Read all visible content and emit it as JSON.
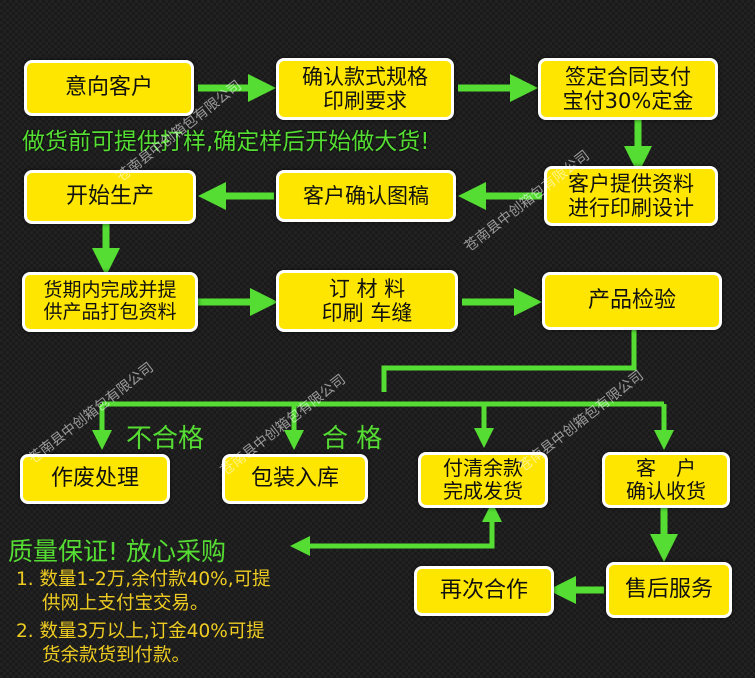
{
  "colors": {
    "box": "#ffe600",
    "arrow": "#55dd33",
    "background": "#1a1a1a"
  },
  "nodes": {
    "intent_customer": "意向客户",
    "confirm_style_1": "确认款式规格",
    "confirm_style_2": "印刷要求",
    "sign_contract_1": "签定合同支付",
    "sign_contract_2": "宝付30%定金",
    "customer_data_1": "客户提供资料",
    "customer_data_2": "进行印刷设计",
    "confirm_draft": "客户确认图稿",
    "start_production": "开始生产",
    "complete_pack_1": "货期内完成并提",
    "complete_pack_2": "供产品打包资料",
    "materials_1": "订 材 料",
    "materials_2": "印刷 车缝",
    "inspection": "产品检验",
    "scrap": "作废处理",
    "pack_store": "包装入库",
    "pay_ship_1": "付清余款",
    "pay_ship_2": "完成发货",
    "receipt_1": "客　户",
    "receipt_2": "确认收货",
    "after_sales": "售后服务",
    "cooperate_again": "再次合作"
  },
  "sample_note": "做货前可提供打样,确定样后开始做大货!",
  "labels": {
    "fail": "不合格",
    "pass": "合 格"
  },
  "guarantee": {
    "title": "质量保证! 放心采购",
    "items": [
      "1. 数量1-2万,余付款40%,可提",
      "供网上支付宝交易。",
      "2. 数量3万以上,订金40%可提",
      "货余款货到付款。"
    ]
  },
  "watermark": "苍南县中创箱包有限公司"
}
